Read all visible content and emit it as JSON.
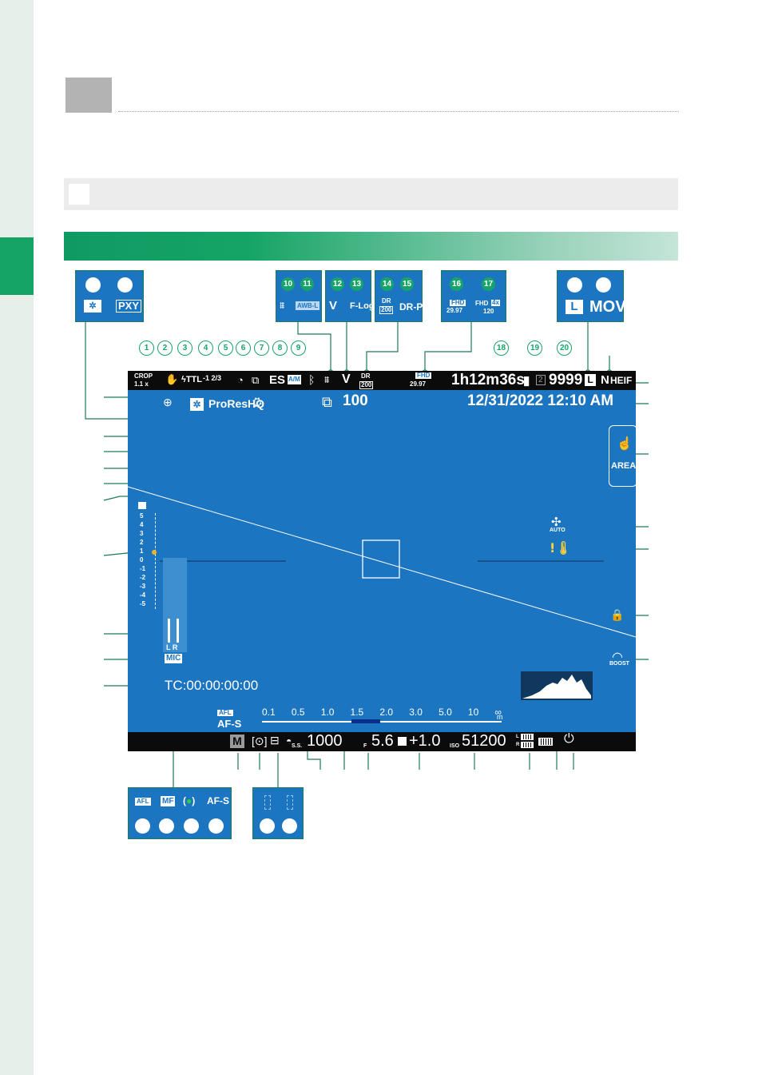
{
  "osd": {
    "crop_top": "CROP",
    "crop_bottom": "1.1 x",
    "flash_label": "TTL",
    "flash_comp": "-1 2/3",
    "es_label": "ES",
    "am_label": "A/M",
    "dr_top": "DR",
    "dr_bottom": "200",
    "fhd_top": "FHD",
    "fhd_bottom": "29.97",
    "remaining_time": "1h12m36s",
    "card_slot": "2",
    "shots_remaining": "9999",
    "image_size": "L",
    "quality": "N",
    "file_format": "HEIF",
    "codec": "ProResHQ",
    "frames": "100",
    "datetime": "12/31/2022 12:10  AM",
    "area_label": "AREA",
    "fan_label": "AUTO",
    "boost_label": "BOOST",
    "ev_scale": [
      "5",
      "4",
      "3",
      "2",
      "1",
      "0",
      "-1",
      "-2",
      "-3",
      "-4",
      "-5"
    ],
    "audio_channels": "L R",
    "mic_label": "MIC",
    "timecode": "TC:00:00:00:00",
    "afl_label": "AFL",
    "af_mode": "AF-S",
    "distance_scale": [
      "0.1",
      "0.5",
      "1.0",
      "1.5",
      "2.0",
      "3.0",
      "5.0",
      "10",
      "∞"
    ],
    "distance_unit": "m",
    "mode_letter": "M",
    "ss_prefix": "S.S.",
    "shutter": "1000",
    "f_prefix": "F",
    "aperture": "5.6",
    "exposure_comp": "+1.0",
    "iso_prefix": "ISO",
    "iso": "51200",
    "audio_lr_l": "L",
    "audio_lr_r": "R"
  },
  "callouts": {
    "top_numbers": [
      "1",
      "2",
      "3",
      "4",
      "5",
      "6",
      "7",
      "8",
      "9",
      "18",
      "19",
      "20"
    ],
    "box_10_11": [
      "10",
      "11"
    ],
    "box_12_13": [
      "12",
      "13"
    ],
    "box_14_15": [
      "14",
      "15"
    ],
    "box_16_17": [
      "16",
      "17"
    ],
    "awb_label": "AWB-L",
    "flog_label": "F-Log",
    "drp_label": "DR-P",
    "pxy_label": "PXY",
    "mov_label": "MOV",
    "dr_box_top": "DR",
    "dr_box_bottom": "200",
    "fhd_box_top": "FHD",
    "fhd_box_bottom": "29.97",
    "fhd4x_top": "FHD",
    "fhd4x_badge": "4x",
    "fhd4x_bottom": "120",
    "focus_afl": "AFL",
    "focus_mf": "MF",
    "focus_afs": "AF-S"
  },
  "colors": {
    "accent": "#16a466",
    "lcd_blue": "#1c75c0",
    "bar_black": "#0b0b0b"
  }
}
